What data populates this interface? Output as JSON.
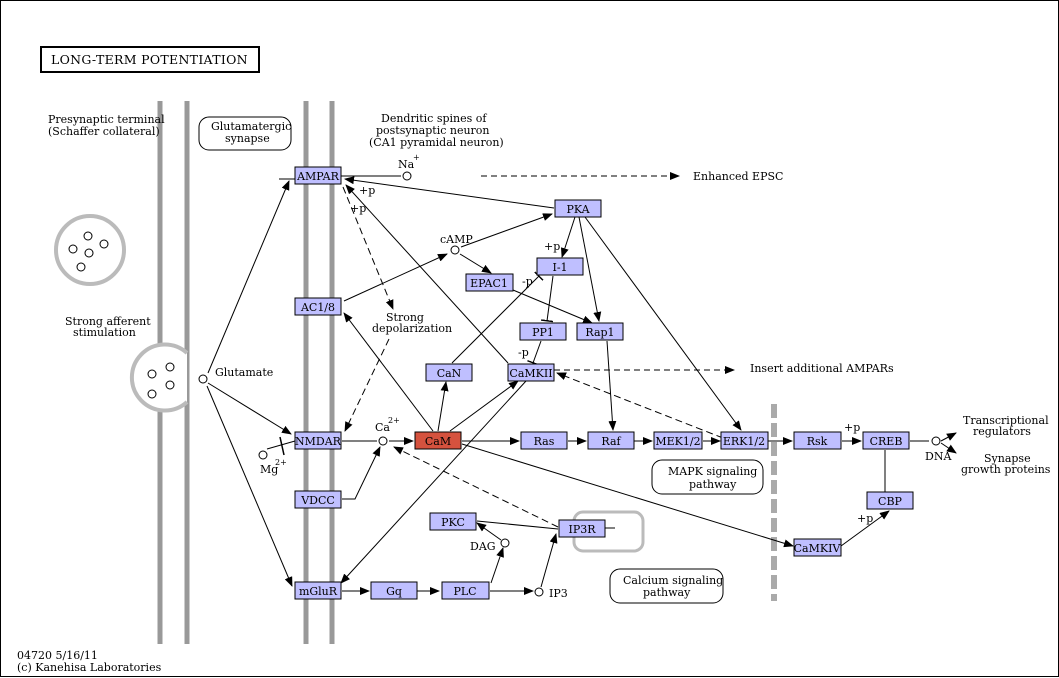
{
  "title": "LONG-TERM POTENTIATION",
  "footer": {
    "code": "04720 5/16/11",
    "copyright": "(c) Kanehisa Laboratories"
  },
  "colors": {
    "gene": "#bfbfff",
    "highlight": "#d5523e",
    "membrane": "#999999",
    "box_border": "#000000"
  },
  "genes": {
    "ampar": "AMPAR",
    "ac18": "AC1/8",
    "nmdar": "NMDAR",
    "vdcc": "VDCC",
    "mglur": "mGluR",
    "gq": "Gq",
    "plc": "PLC",
    "pkc": "PKC",
    "ip3r": "IP3R",
    "can": "CaN",
    "camkii": "CaMKII",
    "cam": "CaM",
    "ras": "Ras",
    "raf": "Raf",
    "mek": "MEK1/2",
    "erk": "ERK1/2",
    "rsk": "Rsk",
    "creb": "CREB",
    "cbp": "CBP",
    "camkiv": "CaMKIV",
    "pka": "PKA",
    "i1": "I-1",
    "pp1": "PP1",
    "epac1": "EPAC1",
    "rap1": "Rap1"
  },
  "compounds": {
    "na": "Na",
    "na_charge": "+",
    "camp": "cAMP",
    "ca": "Ca",
    "ca_charge": "2+",
    "mg": "Mg",
    "mg_charge": "2+",
    "glutamate": "Glutamate",
    "dag": "DAG",
    "ip3": "IP3",
    "dna": "DNA"
  },
  "labels": {
    "presynaptic_1": "Presynaptic terminal",
    "presynaptic_2": "(Schaffer collateral)",
    "glutamatergic_1": "Glutamatergic",
    "glutamatergic_2": "synapse",
    "dendritic_1": "Dendritic spines of",
    "dendritic_2": "postsynaptic neuron",
    "dendritic_3": "(CA1 pyramidal neuron)",
    "afferent_1": "Strong afferent",
    "afferent_2": "stimulation",
    "depol_1": "Strong",
    "depol_2": "depolarization",
    "enhanced_epsc": "Enhanced EPSC",
    "insert_ampars": "Insert additional AMPARs",
    "transcriptional_1": "Transcriptional",
    "transcriptional_2": "regulators",
    "synapse_growth_1": "Synapse",
    "synapse_growth_2": "growth proteins"
  },
  "pathways": {
    "mapk_1": "MAPK signaling",
    "mapk_2": "pathway",
    "calcium_1": "Calcium signaling",
    "calcium_2": "pathway"
  },
  "edge_labels": {
    "p1": "+p",
    "p2": "+p",
    "p3": "+p",
    "p4": "+p",
    "p5": "+p",
    "m1": "-p",
    "m2": "-p"
  }
}
